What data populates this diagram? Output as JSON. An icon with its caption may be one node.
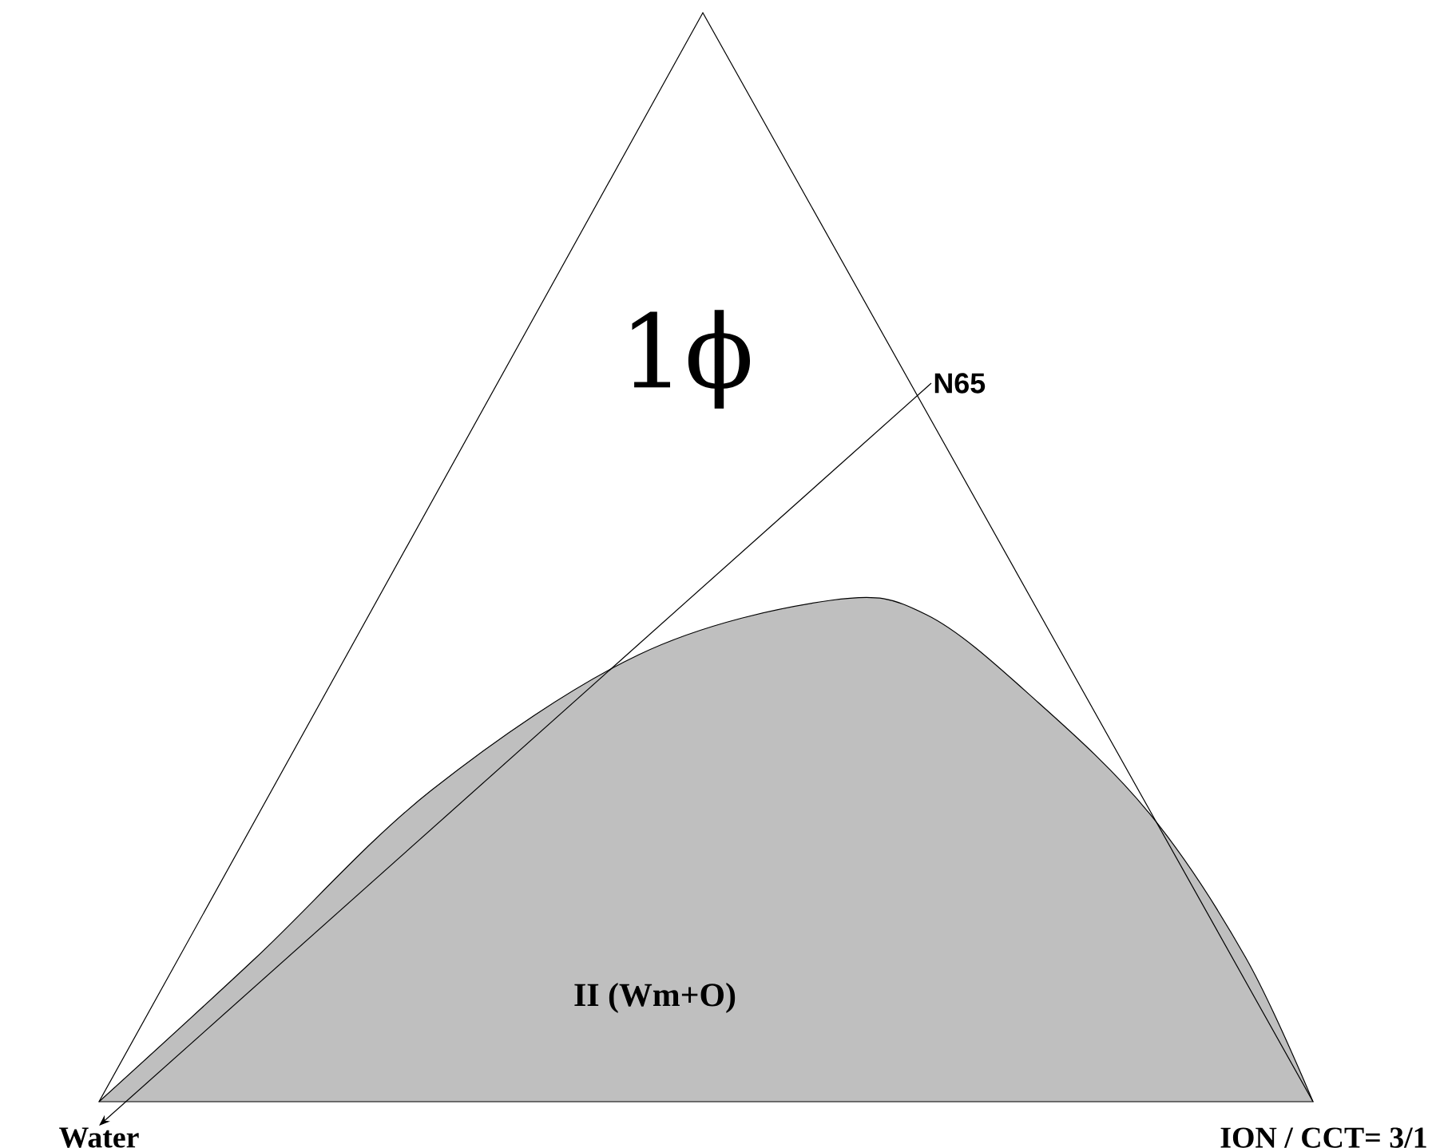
{
  "diagram": {
    "nodes": [
      {
        "text": [
          "Water"
        ]
      },
      {
        "text": [
          "N65"
        ]
      }
    ],
    "edges": [
      {
        "from": 1,
        "to": 0,
        "arrow": "to"
      }
    ],
    "labels": [
      "1ϕ",
      "II (Wm+O)",
      "ION / CCT= 3/1"
    ]
  }
}
